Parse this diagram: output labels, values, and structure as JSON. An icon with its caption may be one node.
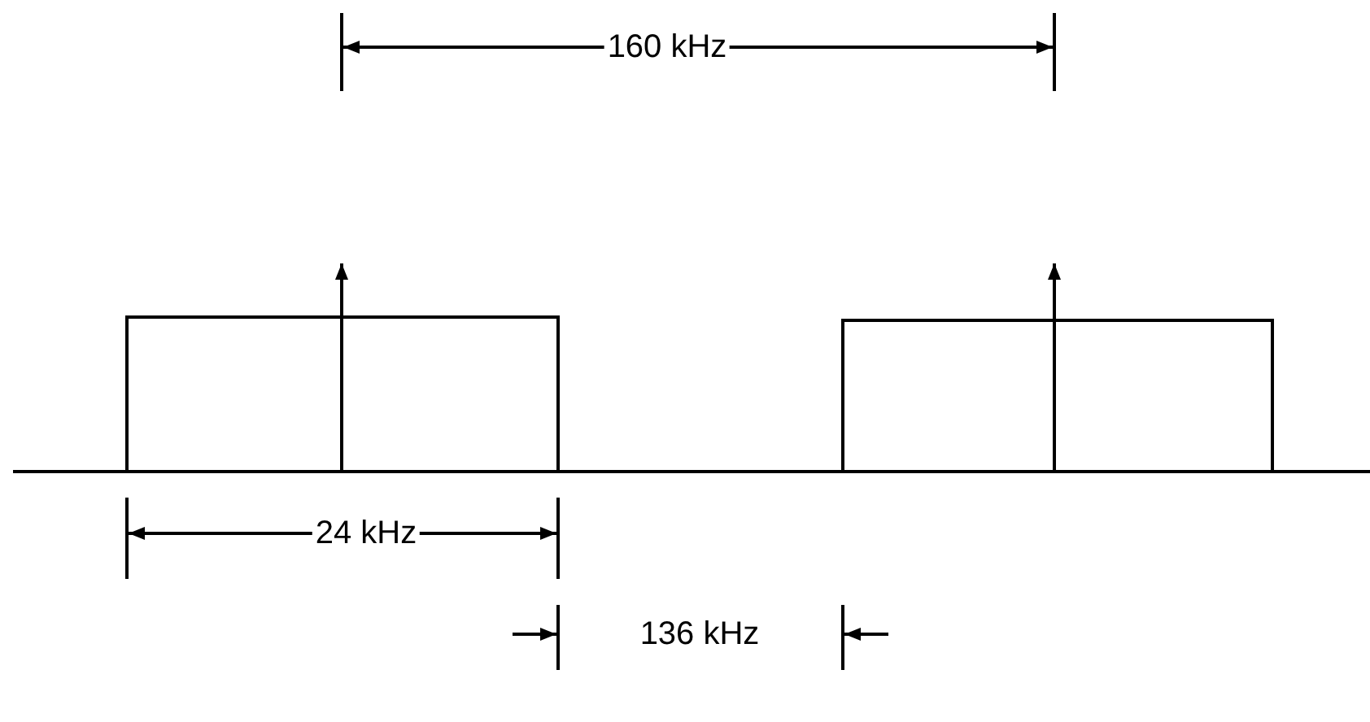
{
  "diagram": {
    "labels": [
      "160 kHz",
      "24 kHz",
      "136 kHz"
    ]
  }
}
